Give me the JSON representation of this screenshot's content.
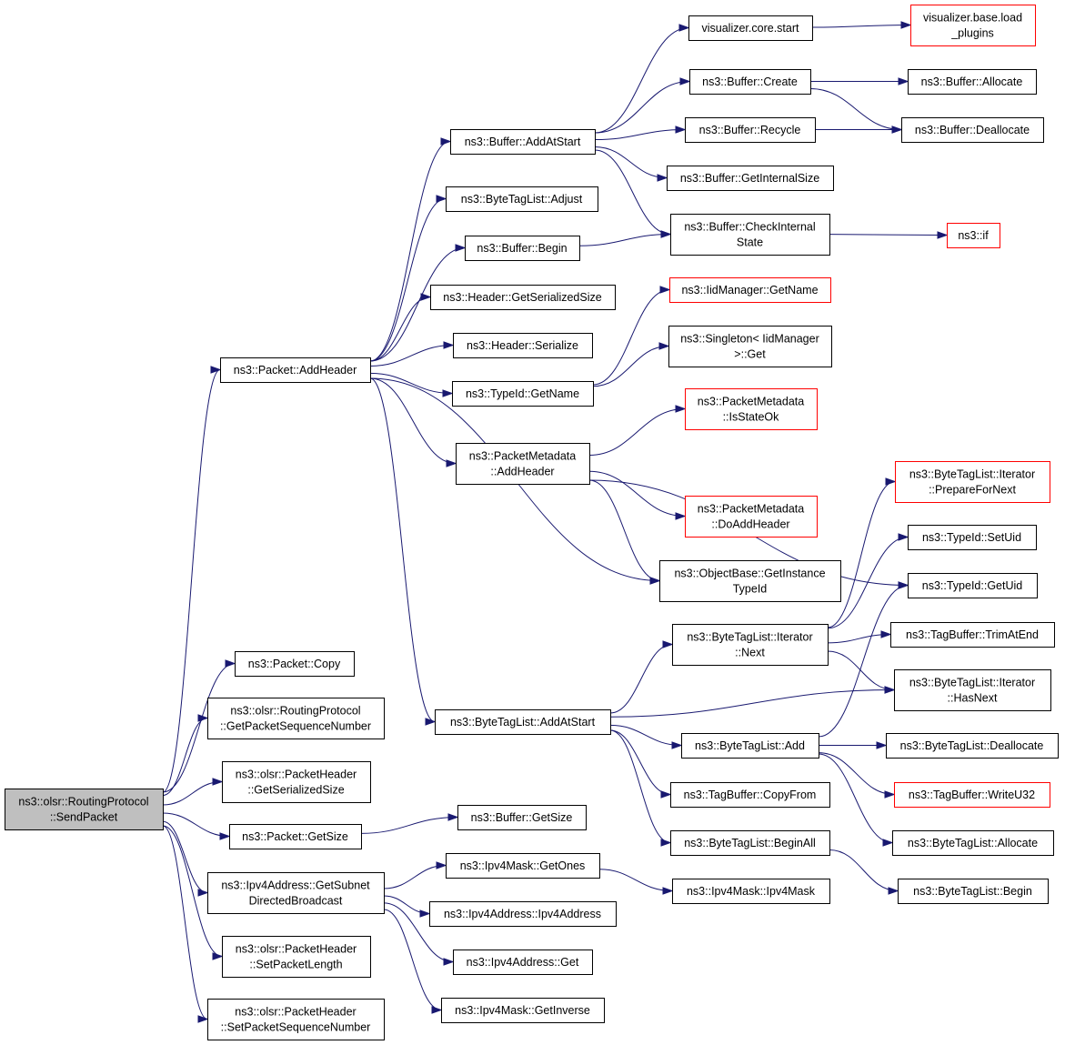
{
  "colors": {
    "edge": "#191970",
    "node_border": "#000000",
    "truncated_border": "#ff0000",
    "root_fill": "#bfbfbf",
    "node_fill": "#ffffff"
  },
  "nodes": [
    {
      "id": "root",
      "lines": [
        "ns3::olsr::RoutingProtocol",
        "::SendPacket"
      ],
      "style": "root"
    },
    {
      "id": "addheader",
      "lines": [
        "ns3::Packet::AddHeader"
      ],
      "style": "normal"
    },
    {
      "id": "pcopy",
      "lines": [
        "ns3::Packet::Copy"
      ],
      "style": "normal"
    },
    {
      "id": "getpktseq",
      "lines": [
        "ns3::olsr::RoutingProtocol",
        "::GetPacketSequenceNumber"
      ],
      "style": "normal"
    },
    {
      "id": "phserial",
      "lines": [
        "ns3::olsr::PacketHeader",
        "::GetSerializedSize"
      ],
      "style": "normal"
    },
    {
      "id": "pgetsize",
      "lines": [
        "ns3::Packet::GetSize"
      ],
      "style": "normal"
    },
    {
      "id": "ipv4subnet",
      "lines": [
        "ns3::Ipv4Address::GetSubnet",
        "DirectedBroadcast"
      ],
      "style": "normal"
    },
    {
      "id": "setpktlen",
      "lines": [
        "ns3::olsr::PacketHeader",
        "::SetPacketLength"
      ],
      "style": "normal"
    },
    {
      "id": "setpktseq",
      "lines": [
        "ns3::olsr::PacketHeader",
        "::SetPacketSequenceNumber"
      ],
      "style": "normal"
    },
    {
      "id": "bufaddstart",
      "lines": [
        "ns3::Buffer::AddAtStart"
      ],
      "style": "normal"
    },
    {
      "id": "btladjust",
      "lines": [
        "ns3::ByteTagList::Adjust"
      ],
      "style": "normal"
    },
    {
      "id": "bufbegin",
      "lines": [
        "ns3::Buffer::Begin"
      ],
      "style": "normal"
    },
    {
      "id": "hdrgetser",
      "lines": [
        "ns3::Header::GetSerializedSize"
      ],
      "style": "normal"
    },
    {
      "id": "hdrser",
      "lines": [
        "ns3::Header::Serialize"
      ],
      "style": "normal"
    },
    {
      "id": "typeidname",
      "lines": [
        "ns3::TypeId::GetName"
      ],
      "style": "normal"
    },
    {
      "id": "pmaddheader",
      "lines": [
        "ns3::PacketMetadata",
        "::AddHeader"
      ],
      "style": "normal"
    },
    {
      "id": "btladdstart",
      "lines": [
        "ns3::ByteTagList::AddAtStart"
      ],
      "style": "normal"
    },
    {
      "id": "vizcore",
      "lines": [
        "visualizer.core.start"
      ],
      "style": "normal"
    },
    {
      "id": "bufcreate",
      "lines": [
        "ns3::Buffer::Create"
      ],
      "style": "normal"
    },
    {
      "id": "bufrecycle",
      "lines": [
        "ns3::Buffer::Recycle"
      ],
      "style": "normal"
    },
    {
      "id": "bufgetint",
      "lines": [
        "ns3::Buffer::GetInternalSize"
      ],
      "style": "normal"
    },
    {
      "id": "bufcheck",
      "lines": [
        "ns3::Buffer::CheckInternal",
        "State"
      ],
      "style": "normal"
    },
    {
      "id": "iidgetname",
      "lines": [
        "ns3::IidManager::GetName"
      ],
      "style": "truncated"
    },
    {
      "id": "singleton",
      "lines": [
        "ns3::Singleton< IidManager",
        ">::Get"
      ],
      "style": "normal"
    },
    {
      "id": "pmstateok",
      "lines": [
        "ns3::PacketMetadata",
        "::IsStateOk"
      ],
      "style": "truncated"
    },
    {
      "id": "pmdoadd",
      "lines": [
        "ns3::PacketMetadata",
        "::DoAddHeader"
      ],
      "style": "truncated"
    },
    {
      "id": "objbase",
      "lines": [
        "ns3::ObjectBase::GetInstance",
        "TypeId"
      ],
      "style": "normal"
    },
    {
      "id": "btlitnext",
      "lines": [
        "ns3::ByteTagList::Iterator",
        "::Next"
      ],
      "style": "normal"
    },
    {
      "id": "btladd",
      "lines": [
        "ns3::ByteTagList::Add"
      ],
      "style": "normal"
    },
    {
      "id": "tbcopyfrom",
      "lines": [
        "ns3::TagBuffer::CopyFrom"
      ],
      "style": "normal"
    },
    {
      "id": "btlbeginall",
      "lines": [
        "ns3::ByteTagList::BeginAll"
      ],
      "style": "normal"
    },
    {
      "id": "bufgetsize",
      "lines": [
        "ns3::Buffer::GetSize"
      ],
      "style": "normal"
    },
    {
      "id": "maskgetones",
      "lines": [
        "ns3::Ipv4Mask::GetOnes"
      ],
      "style": "normal"
    },
    {
      "id": "ipv4addr",
      "lines": [
        "ns3::Ipv4Address::Ipv4Address"
      ],
      "style": "normal"
    },
    {
      "id": "ipv4get",
      "lines": [
        "ns3::Ipv4Address::Get"
      ],
      "style": "normal"
    },
    {
      "id": "maskinverse",
      "lines": [
        "ns3::Ipv4Mask::GetInverse"
      ],
      "style": "normal"
    },
    {
      "id": "vizplugins",
      "lines": [
        "visualizer.base.load",
        "_plugins"
      ],
      "style": "truncated"
    },
    {
      "id": "bufalloc",
      "lines": [
        "ns3::Buffer::Allocate"
      ],
      "style": "normal"
    },
    {
      "id": "bufdealloc",
      "lines": [
        "ns3::Buffer::Deallocate"
      ],
      "style": "normal"
    },
    {
      "id": "nsif",
      "lines": [
        "ns3::if"
      ],
      "style": "truncated"
    },
    {
      "id": "btlprep",
      "lines": [
        "ns3::ByteTagList::Iterator",
        "::PrepareForNext"
      ],
      "style": "truncated"
    },
    {
      "id": "setuid",
      "lines": [
        "ns3::TypeId::SetUid"
      ],
      "style": "normal"
    },
    {
      "id": "getuid",
      "lines": [
        "ns3::TypeId::GetUid"
      ],
      "style": "normal"
    },
    {
      "id": "tbtrim",
      "lines": [
        "ns3::TagBuffer::TrimAtEnd"
      ],
      "style": "normal"
    },
    {
      "id": "btlhasnext",
      "lines": [
        "ns3::ByteTagList::Iterator",
        "::HasNext"
      ],
      "style": "normal"
    },
    {
      "id": "btldealloc",
      "lines": [
        "ns3::ByteTagList::Deallocate"
      ],
      "style": "normal"
    },
    {
      "id": "tbwrite",
      "lines": [
        "ns3::TagBuffer::WriteU32"
      ],
      "style": "truncated"
    },
    {
      "id": "btlalloc",
      "lines": [
        "ns3::ByteTagList::Allocate"
      ],
      "style": "normal"
    },
    {
      "id": "mask",
      "lines": [
        "ns3::Ipv4Mask::Ipv4Mask"
      ],
      "style": "normal"
    },
    {
      "id": "btlbegin",
      "lines": [
        "ns3::ByteTagList::Begin"
      ],
      "style": "normal"
    }
  ],
  "edges": [
    {
      "from": "root",
      "to": "addheader"
    },
    {
      "from": "root",
      "to": "pcopy"
    },
    {
      "from": "root",
      "to": "getpktseq"
    },
    {
      "from": "root",
      "to": "phserial"
    },
    {
      "from": "root",
      "to": "pgetsize"
    },
    {
      "from": "root",
      "to": "ipv4subnet"
    },
    {
      "from": "root",
      "to": "setpktlen"
    },
    {
      "from": "root",
      "to": "setpktseq"
    },
    {
      "from": "addheader",
      "to": "bufaddstart"
    },
    {
      "from": "addheader",
      "to": "btladjust"
    },
    {
      "from": "addheader",
      "to": "bufbegin"
    },
    {
      "from": "addheader",
      "to": "hdrgetser"
    },
    {
      "from": "addheader",
      "to": "hdrser"
    },
    {
      "from": "addheader",
      "to": "typeidname"
    },
    {
      "from": "addheader",
      "to": "pmaddheader"
    },
    {
      "from": "addheader",
      "to": "objbase"
    },
    {
      "from": "addheader",
      "to": "btladdstart"
    },
    {
      "from": "bufaddstart",
      "to": "vizcore"
    },
    {
      "from": "bufaddstart",
      "to": "bufcreate"
    },
    {
      "from": "bufaddstart",
      "to": "bufrecycle"
    },
    {
      "from": "bufaddstart",
      "to": "bufgetint"
    },
    {
      "from": "bufaddstart",
      "to": "bufcheck"
    },
    {
      "from": "vizcore",
      "to": "vizplugins"
    },
    {
      "from": "bufcreate",
      "to": "bufalloc"
    },
    {
      "from": "bufcreate",
      "to": "bufdealloc"
    },
    {
      "from": "bufrecycle",
      "to": "bufdealloc"
    },
    {
      "from": "bufbegin",
      "to": "bufcheck"
    },
    {
      "from": "bufcheck",
      "to": "nsif"
    },
    {
      "from": "typeidname",
      "to": "iidgetname"
    },
    {
      "from": "typeidname",
      "to": "singleton"
    },
    {
      "from": "pmaddheader",
      "to": "pmstateok"
    },
    {
      "from": "pmaddheader",
      "to": "pmdoadd"
    },
    {
      "from": "pmaddheader",
      "to": "objbase"
    },
    {
      "from": "pmaddheader",
      "to": "getuid"
    },
    {
      "from": "btladdstart",
      "to": "btlitnext"
    },
    {
      "from": "btladdstart",
      "to": "btladd"
    },
    {
      "from": "btladdstart",
      "to": "tbcopyfrom"
    },
    {
      "from": "btladdstart",
      "to": "btlbeginall"
    },
    {
      "from": "btladdstart",
      "to": "btlhasnext"
    },
    {
      "from": "btlitnext",
      "to": "btlprep"
    },
    {
      "from": "btlitnext",
      "to": "setuid"
    },
    {
      "from": "btlitnext",
      "to": "tbtrim"
    },
    {
      "from": "btlitnext",
      "to": "btlhasnext"
    },
    {
      "from": "btladd",
      "to": "getuid"
    },
    {
      "from": "btladd",
      "to": "btldealloc"
    },
    {
      "from": "btladd",
      "to": "tbwrite"
    },
    {
      "from": "btladd",
      "to": "btlalloc"
    },
    {
      "from": "btlbeginall",
      "to": "btlbegin"
    },
    {
      "from": "pgetsize",
      "to": "bufgetsize"
    },
    {
      "from": "ipv4subnet",
      "to": "maskgetones"
    },
    {
      "from": "ipv4subnet",
      "to": "ipv4addr"
    },
    {
      "from": "ipv4subnet",
      "to": "ipv4get"
    },
    {
      "from": "ipv4subnet",
      "to": "maskinverse"
    },
    {
      "from": "maskgetones",
      "to": "mask"
    }
  ]
}
